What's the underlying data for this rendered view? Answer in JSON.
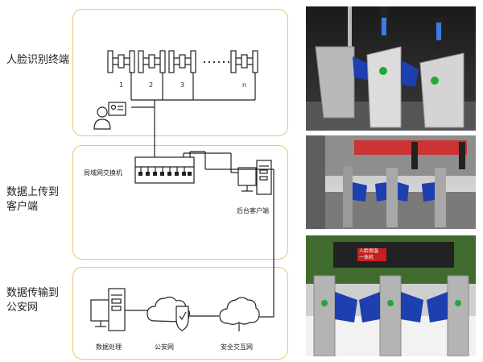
{
  "sections": {
    "face_terminal": "人脸识别终端",
    "upload_line1": "数据上传到",
    "upload_line2": "客户端",
    "transfer_line1": "数据传输到",
    "transfer_line2": "公安网"
  },
  "terminals": {
    "numbers": [
      "1",
      "2",
      "3",
      "n"
    ],
    "ellipsis": "······"
  },
  "nodes": {
    "switch": "局域网交换机",
    "backend_client": "后台客户端",
    "data_processing": "数据处理",
    "police_network": "公安网",
    "security_exchange": "安全交互网"
  },
  "photos": {
    "sign_line1": "人脸测温",
    "sign_line2": "一体机"
  },
  "colors": {
    "panel_border": "#e6c96f",
    "line": "#222222",
    "wing_blue": "#1d3fb0",
    "indicator_green": "#22a83a"
  }
}
